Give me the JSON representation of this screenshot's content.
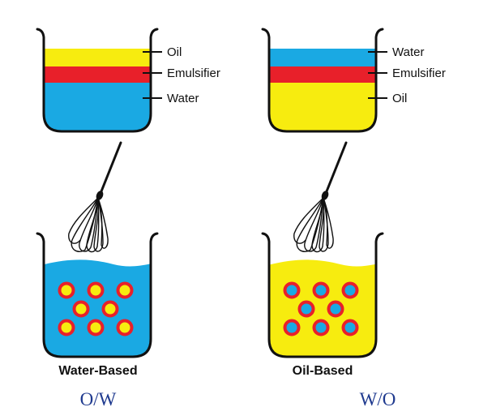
{
  "colors": {
    "oil": "#f7ec0f",
    "water": "#1aa9e3",
    "emulsifier": "#e8202a",
    "outline": "#111111",
    "type_label": "#1f3a8f"
  },
  "left": {
    "layers": [
      "Oil",
      "Emulsifier",
      "Water"
    ],
    "caption": "Water-Based",
    "type": "O/W"
  },
  "right": {
    "layers": [
      "Water",
      "Emulsifier",
      "Oil"
    ],
    "caption": "Oil-Based",
    "type": "W/O"
  },
  "icons": [
    "beaker-icon",
    "whisk-icon",
    "droplet-icon"
  ]
}
